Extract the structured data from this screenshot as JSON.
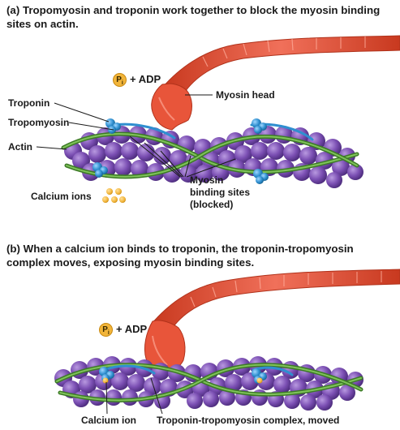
{
  "panel_a": {
    "heading": "(a) Tropomyosin and troponin work together to block the myosin binding sites on actin.",
    "pi_symbol": "P",
    "pi_subscript": "i",
    "adp_label": "+ ADP",
    "labels": {
      "troponin": "Troponin",
      "tropomyosin": "Tropomyosin",
      "actin": "Actin",
      "myosin_head": "Myosin head",
      "calcium_ions": "Calcium ions",
      "binding_sites_line1": "Myosin",
      "binding_sites_line2": "binding sites",
      "binding_sites_line3": "(blocked)"
    }
  },
  "panel_b": {
    "heading": "(b) When a calcium ion binds to troponin, the troponin-tropomyosin complex moves, exposing myosin binding sites.",
    "pi_symbol": "P",
    "pi_subscript": "i",
    "adp_label": "+ ADP",
    "labels": {
      "calcium_ion": "Calcium ion",
      "complex_moved": "Troponin-tropomyosin complex, moved"
    }
  },
  "colors": {
    "actin": "#7b4fb3",
    "tropomyosin": "#5a9a3c",
    "troponin": "#2f8fd0",
    "myosin": "#e8553a",
    "calcium": "#f2b53a"
  }
}
